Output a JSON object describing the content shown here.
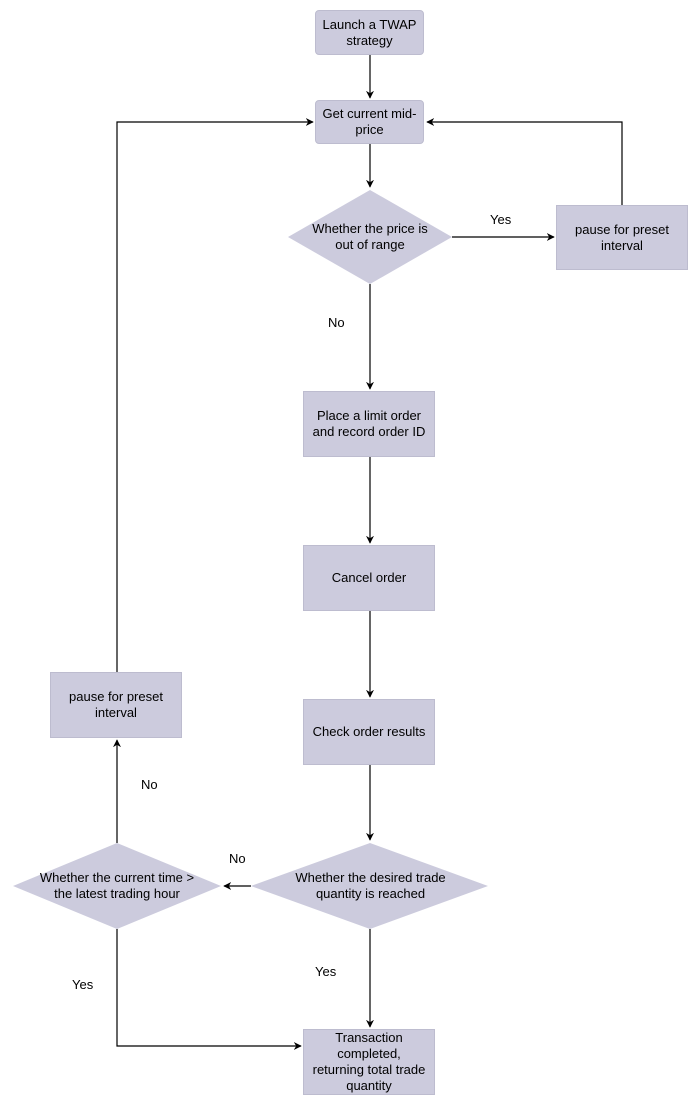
{
  "nodes": {
    "launch": "Launch a TWAP strategy",
    "get_mid_price": "Get current mid-price",
    "price_out_of_range": "Whether the price is out of range",
    "pause_right": "pause for preset interval",
    "place_order": "Place a limit order and record order ID",
    "cancel_order": "Cancel order",
    "check_results": "Check order results",
    "quantity_reached": "Whether the desired trade quantity is reached",
    "time_check": "Whether the current time > the latest trading hour",
    "pause_left": "pause for preset interval",
    "completed": "Transaction completed, returning total trade quantity"
  },
  "edge_labels": {
    "range_yes": "Yes",
    "range_no": "No",
    "quantity_no": "No",
    "quantity_yes": "Yes",
    "time_no": "No",
    "time_yes": "Yes"
  },
  "colors": {
    "node_fill": "#cccbdd",
    "edge": "#000000"
  }
}
